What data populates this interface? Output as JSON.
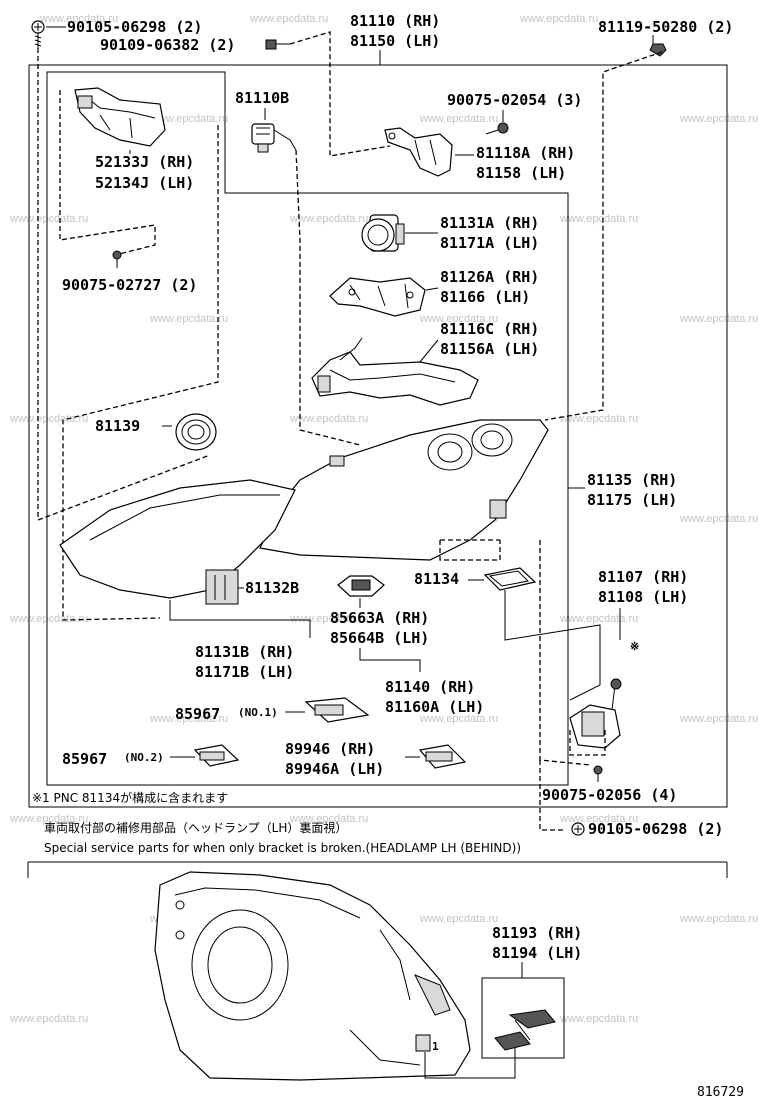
{
  "watermark": "www.epcdata.ru",
  "diagram_number": "816729",
  "labels": {
    "p90105_top": "90105-06298 (2)",
    "p90109": "90109-06382 (2)",
    "p81110": "81110 (RH)",
    "p81150": "81150 (LH)",
    "p81119": "81119-50280 (2)",
    "p81110B": "81110B",
    "p90075_02054": "90075-02054 (3)",
    "p52133J": "52133J (RH)",
    "p52134J": "52134J (LH)",
    "p81118A": "81118A (RH)",
    "p81158": "81158 (LH)",
    "p81131A": "81131A (RH)",
    "p81171A": "81171A (LH)",
    "p90075_02727": "90075-02727 (2)",
    "p81126A": "81126A (RH)",
    "p81166": "81166 (LH)",
    "p81116C": "81116C (RH)",
    "p81156A": "81156A (LH)",
    "p81139": "81139",
    "p81135": "81135 (RH)",
    "p81175": "81175 (LH)",
    "p81132B": "81132B",
    "p81134": "81134",
    "p81107": "81107 (RH)",
    "p81108": "81108 (LH)",
    "star": "※",
    "p85663A": "85663A (RH)",
    "p85664B": "85664B (LH)",
    "p81131B": "81131B (RH)",
    "p81171B": "81171B (LH)",
    "p81140": "81140 (RH)",
    "p81160A": "81160A (LH)",
    "p85967_1": "85967",
    "p85967_1_note": "(NO.1)",
    "p85967_2": "85967",
    "p85967_2_note": "(NO.2)",
    "p89946": "89946 (RH)",
    "p89946A": "89946A (LH)",
    "p90075_02056": "90075-02056 (4)",
    "p90105_bottom": "90105-06298 (2)",
    "p81193": "81193 (RH)",
    "p81194": "81194 (LH)",
    "callout_1": "1"
  },
  "notes": {
    "footnote": "※1  PNC 81134が構成に含まれます",
    "service_jp": "車両取付部の補修用部品（ヘッドランプ（LH）裏面視）",
    "service_en": "Special service parts for when only bracket is broken.(HEADLAMP LH (BEHIND))"
  }
}
